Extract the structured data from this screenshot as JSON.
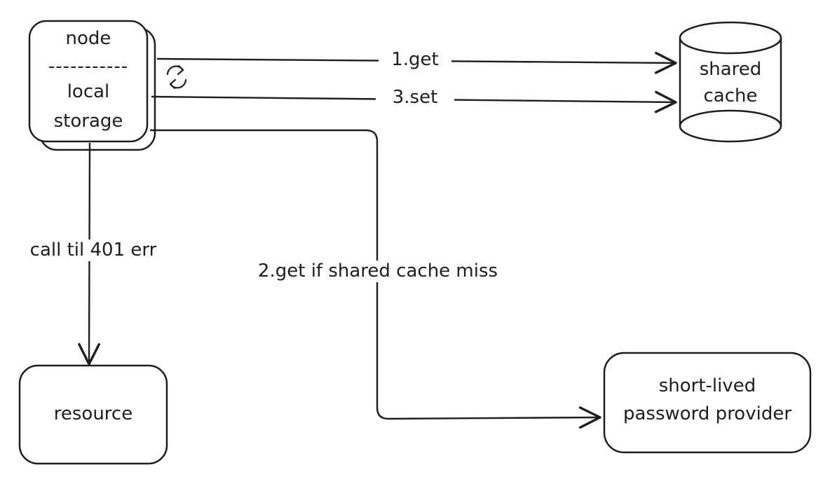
{
  "diagram": {
    "nodes": {
      "node": {
        "title": "node",
        "divider": "-----------",
        "subtitle_line1": "local",
        "subtitle_line2": "storage"
      },
      "shared_cache": {
        "line1": "shared",
        "line2": "cache"
      },
      "resource": {
        "label": "resource"
      },
      "provider": {
        "line1": "short-lived",
        "line2": "password provider"
      }
    },
    "edges": {
      "get": "1.get",
      "set": "3.set",
      "fallback": "2.get if shared cache miss",
      "call": "call til 401 err"
    },
    "icons": {
      "refresh": "refresh-icon"
    },
    "colors": {
      "stroke": "#1e1e1e",
      "background": "#ffffff"
    }
  }
}
